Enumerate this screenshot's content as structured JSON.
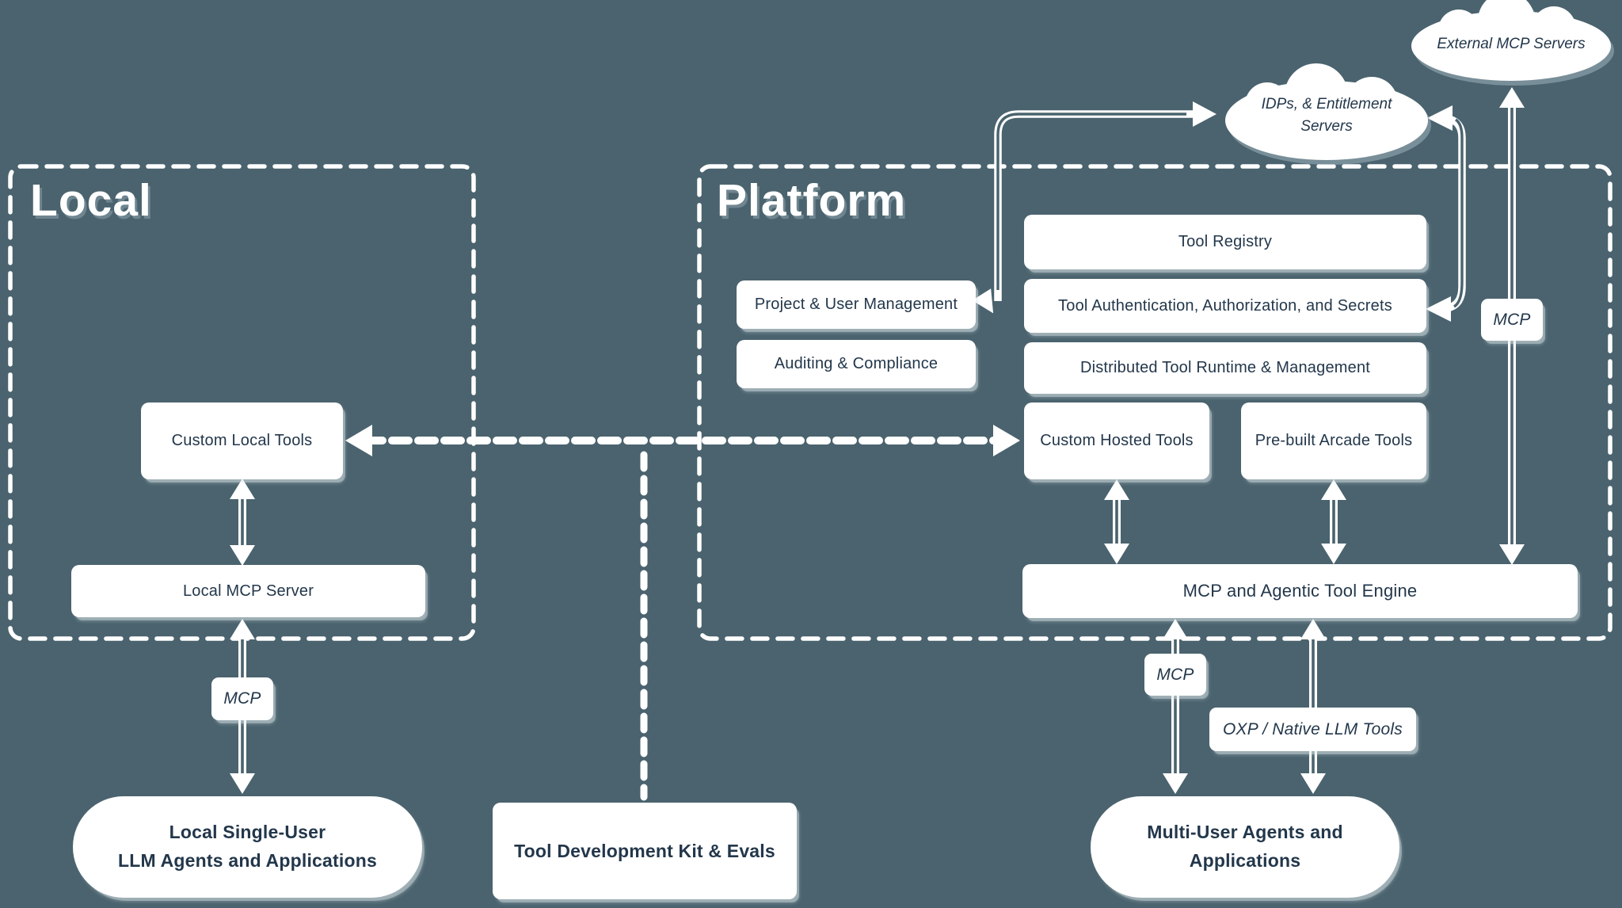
{
  "colors": {
    "background": "#4a636e",
    "ink": "#23374b",
    "line": "#ffffff"
  },
  "local_region": {
    "title": "Local",
    "custom_local_tools": "Custom Local Tools",
    "local_mcp_server": "Local MCP Server",
    "mcp_protocol_label": "MCP",
    "agents_box": {
      "line1": "Local Single-User",
      "line2": "LLM Agents and Applications"
    }
  },
  "toolkit": {
    "label": "Tool Development Kit & Evals"
  },
  "platform_region": {
    "title": "Platform",
    "project_user_mgmt": "Project & User Management",
    "auditing_compliance": "Auditing & Compliance",
    "tool_registry": "Tool Registry",
    "tool_auth": "Tool Authentication, Authorization, and Secrets",
    "distributed_runtime": "Distributed Tool Runtime & Management",
    "custom_hosted_tools": "Custom Hosted Tools",
    "prebuilt_arcade_tools": "Pre-built Arcade Tools",
    "engine": "MCP and Agentic Tool Engine",
    "mcp_protocol_label": "MCP",
    "oxp_protocol_label": "OXP / Native LLM Tools",
    "agents_box": {
      "line1": "Multi-User Agents and",
      "line2": "Applications"
    }
  },
  "external": {
    "idps_cloud": {
      "line1": "IDPs, & Entitlement",
      "line2": "Servers"
    },
    "external_mcp_cloud": "External MCP Servers",
    "mcp_protocol_label": "MCP"
  }
}
